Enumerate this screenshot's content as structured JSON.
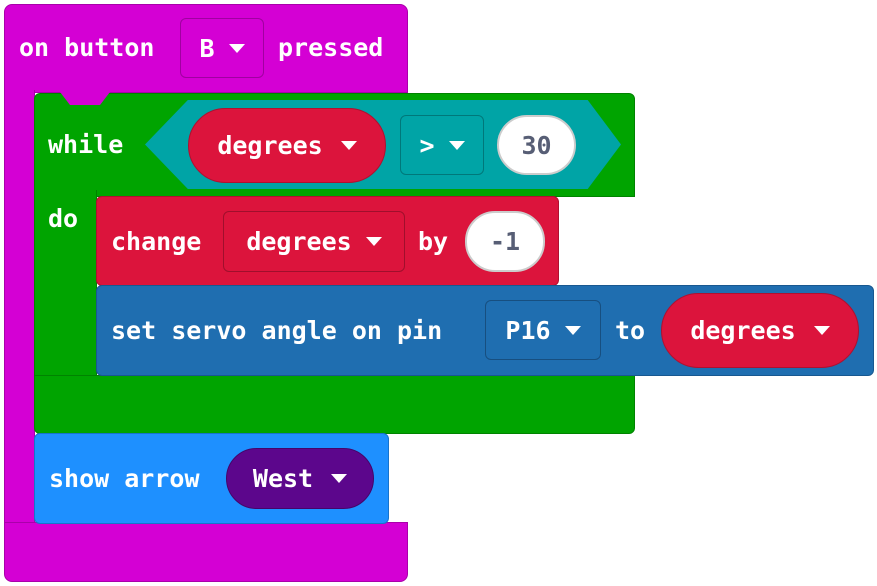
{
  "event_block": {
    "prefix": "on button",
    "button": "B",
    "suffix": "pressed"
  },
  "while_block": {
    "label": "while",
    "do_label": "do",
    "condition": {
      "left_var": "degrees",
      "operator": ">",
      "right_value": "30"
    }
  },
  "change_block": {
    "label": "change",
    "variable": "degrees",
    "by_label": "by",
    "value": "-1"
  },
  "servo_block": {
    "label": "set servo angle on pin",
    "pin": "P16",
    "to_label": "to",
    "variable": "degrees"
  },
  "arrow_block": {
    "label": "show arrow",
    "direction": "West"
  },
  "colors": {
    "events": "#D400D4",
    "loops": "#00A400",
    "logic": "#00A4A6",
    "variables": "#DC143C",
    "pins": "#1F6EB0",
    "basic": "#1E90FF",
    "arrow_dropdown": "#5C068C"
  }
}
